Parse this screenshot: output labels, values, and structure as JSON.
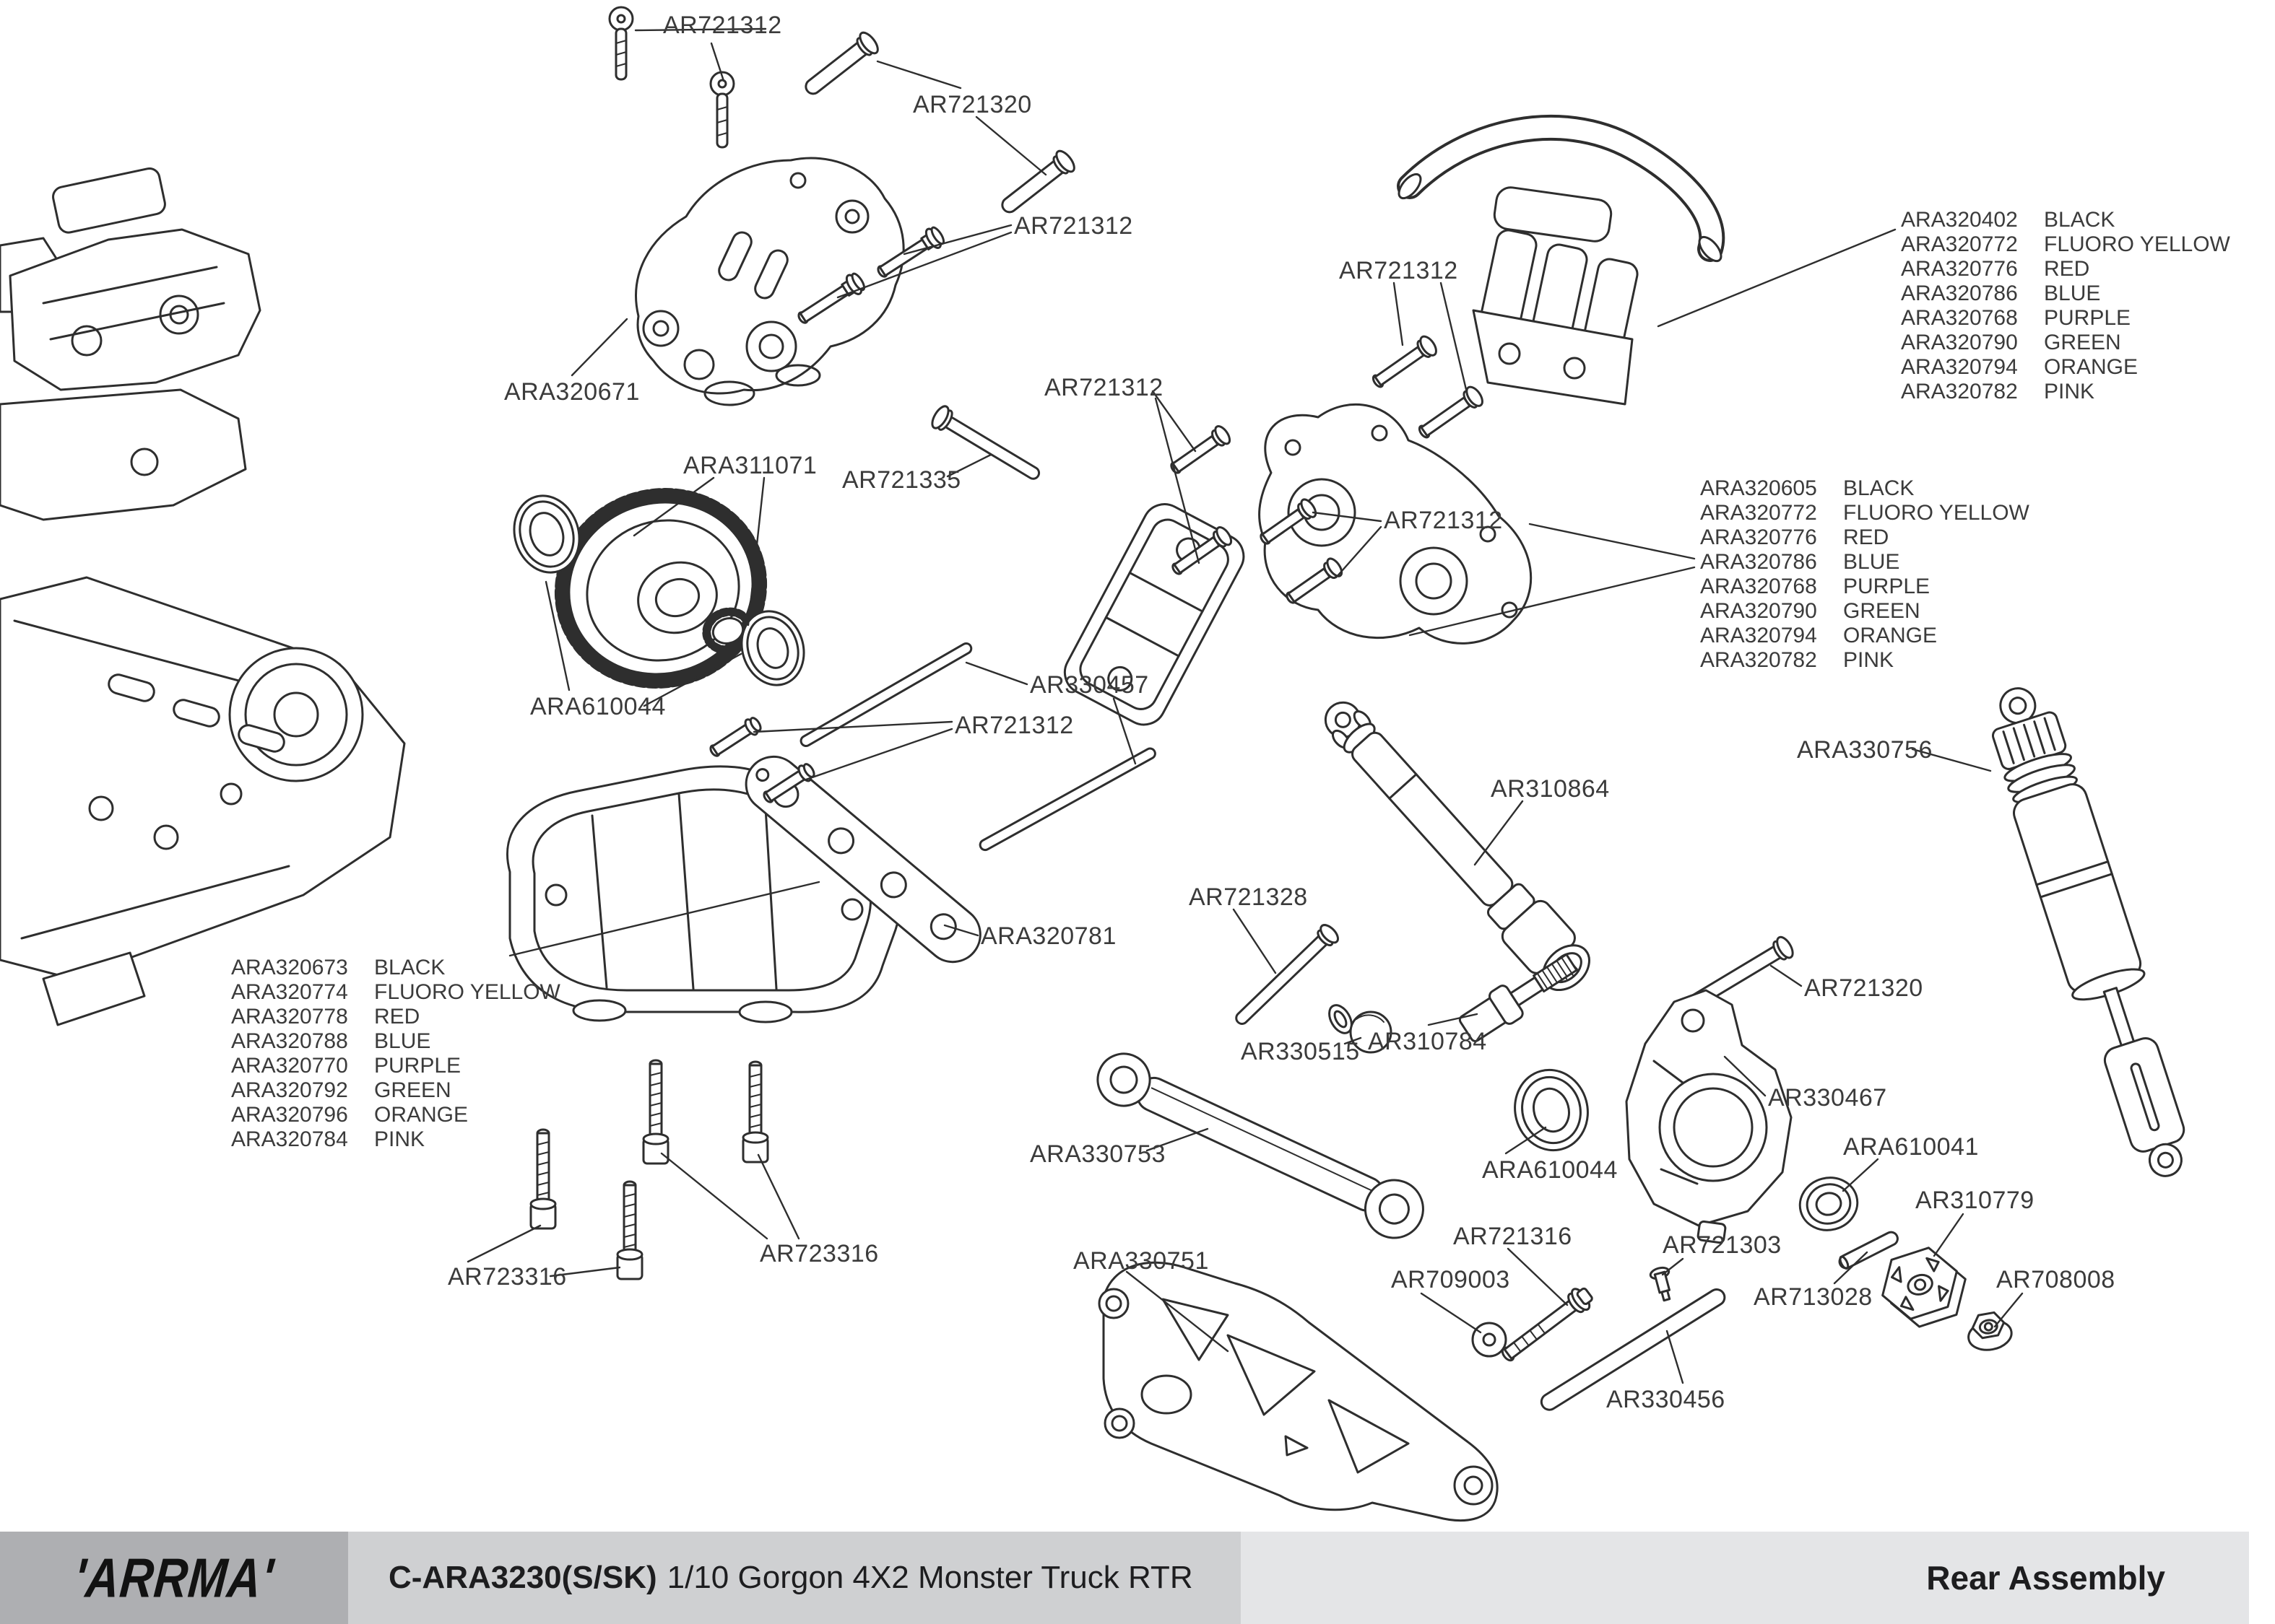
{
  "footer": {
    "logo_text": "ARRMA",
    "product_code": "C-ARA3230(S/SK)",
    "product_name": "1/10 Gorgon 4X2 Monster Truck RTR",
    "page_title": "Rear Assembly"
  },
  "part_labels": [
    "AR721312",
    "AR721320",
    "AR721312",
    "ARA320671",
    "AR721312",
    "AR721312",
    "ARA311071",
    "AR721335",
    "AR721312",
    "ARA330756",
    "AR330457",
    "ARA610044",
    "AR721312",
    "AR310864",
    "AR721328",
    "ARA320781",
    "AR721320",
    "AR330515",
    "AR310784",
    "ARA330753",
    "ARA610044",
    "AR330467",
    "ARA610041",
    "AR310779",
    "AR721316",
    "AR721303",
    "AR713028",
    "AR708008",
    "AR709003",
    "ARA330751",
    "AR330456",
    "AR723316",
    "AR723316"
  ],
  "color_lists": [
    {
      "rows": [
        {
          "part": "ARA320402",
          "color": "BLACK"
        },
        {
          "part": "ARA320772",
          "color": "FLUORO YELLOW"
        },
        {
          "part": "ARA320776",
          "color": "RED"
        },
        {
          "part": "ARA320786",
          "color": "BLUE"
        },
        {
          "part": "ARA320768",
          "color": "PURPLE"
        },
        {
          "part": "ARA320790",
          "color": "GREEN"
        },
        {
          "part": "ARA320794",
          "color": "ORANGE"
        },
        {
          "part": "ARA320782",
          "color": "PINK"
        }
      ]
    },
    {
      "rows": [
        {
          "part": "ARA320605",
          "color": "BLACK"
        },
        {
          "part": "ARA320772",
          "color": "FLUORO YELLOW"
        },
        {
          "part": "ARA320776",
          "color": "RED"
        },
        {
          "part": "ARA320786",
          "color": "BLUE"
        },
        {
          "part": "ARA320768",
          "color": "PURPLE"
        },
        {
          "part": "ARA320790",
          "color": "GREEN"
        },
        {
          "part": "ARA320794",
          "color": "ORANGE"
        },
        {
          "part": "ARA320782",
          "color": "PINK"
        }
      ]
    },
    {
      "rows": [
        {
          "part": "ARA320673",
          "color": "BLACK"
        },
        {
          "part": "ARA320774",
          "color": "FLUORO YELLOW"
        },
        {
          "part": "ARA320778",
          "color": "RED"
        },
        {
          "part": "ARA320788",
          "color": "BLUE"
        },
        {
          "part": "ARA320770",
          "color": "PURPLE"
        },
        {
          "part": "ARA320792",
          "color": "GREEN"
        },
        {
          "part": "ARA320796",
          "color": "ORANGE"
        },
        {
          "part": "ARA320784",
          "color": "PINK"
        }
      ]
    }
  ]
}
